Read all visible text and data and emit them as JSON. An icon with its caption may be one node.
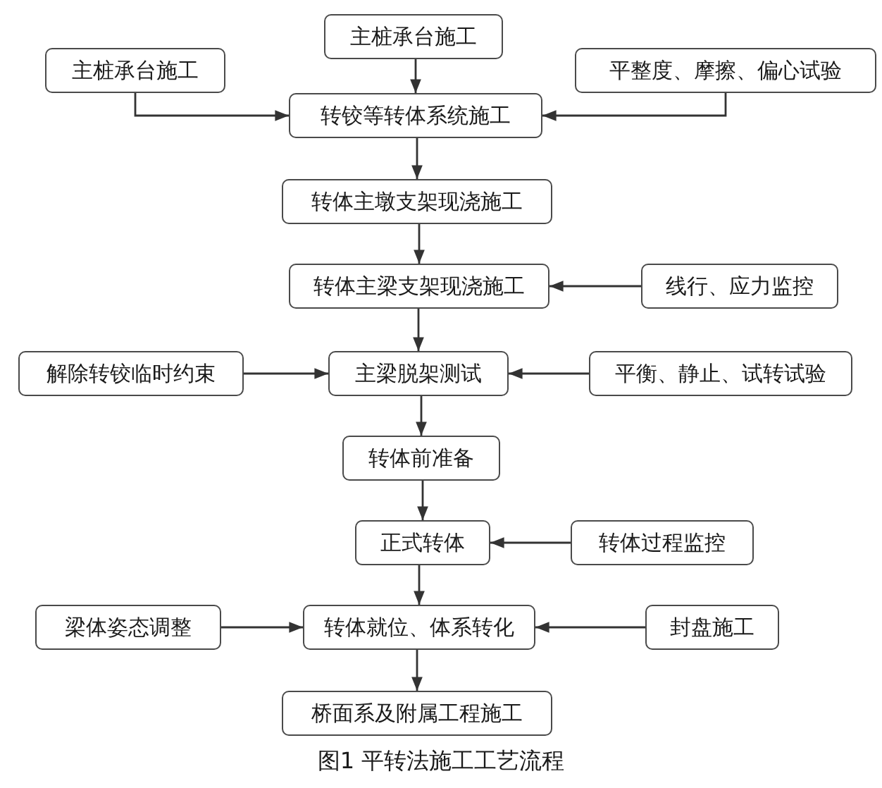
{
  "diagram": {
    "caption": "图1 平转法施工工艺流程",
    "nodes": [
      {
        "text": [
          "主桩承台施工"
        ]
      },
      {
        "text": [
          "主桩承台施工"
        ]
      },
      {
        "text": [
          "平整度、摩擦、偏心试验"
        ]
      },
      {
        "text": [
          "转铰等转体系统施工"
        ]
      },
      {
        "text": [
          "转体主墩支架现浇施工"
        ]
      },
      {
        "text": [
          "转体主梁支架现浇施工"
        ]
      },
      {
        "text": [
          "线行、应力监控"
        ]
      },
      {
        "text": [
          "解除转铰临时约束"
        ]
      },
      {
        "text": [
          "主梁脱架测试"
        ]
      },
      {
        "text": [
          "平衡、静止、试转试验"
        ]
      },
      {
        "text": [
          "转体前准备"
        ]
      },
      {
        "text": [
          "正式转体"
        ]
      },
      {
        "text": [
          "转体过程监控"
        ]
      },
      {
        "text": [
          "梁体姿态调整"
        ]
      },
      {
        "text": [
          "转体就位、体系转化"
        ]
      },
      {
        "text": [
          "封盘施工"
        ]
      },
      {
        "text": [
          "桥面系及附属工程施工"
        ]
      }
    ],
    "edges": [
      {
        "from": 0,
        "to": 3,
        "arrow": "to"
      },
      {
        "from": 1,
        "to": 3,
        "arrow": "to"
      },
      {
        "from": 2,
        "to": 3,
        "arrow": "to"
      },
      {
        "from": 3,
        "to": 4,
        "arrow": "to"
      },
      {
        "from": 4,
        "to": 5,
        "arrow": "to"
      },
      {
        "from": 6,
        "to": 5,
        "arrow": "to"
      },
      {
        "from": 5,
        "to": 8,
        "arrow": "to"
      },
      {
        "from": 7,
        "to": 8,
        "arrow": "to"
      },
      {
        "from": 9,
        "to": 8,
        "arrow": "to"
      },
      {
        "from": 8,
        "to": 10,
        "arrow": "to"
      },
      {
        "from": 10,
        "to": 11,
        "arrow": "to"
      },
      {
        "from": 12,
        "to": 11,
        "arrow": "to"
      },
      {
        "from": 11,
        "to": 14,
        "arrow": "to"
      },
      {
        "from": 13,
        "to": 14,
        "arrow": "to"
      },
      {
        "from": 15,
        "to": 14,
        "arrow": "to"
      },
      {
        "from": 14,
        "to": 16,
        "arrow": "to"
      }
    ]
  }
}
